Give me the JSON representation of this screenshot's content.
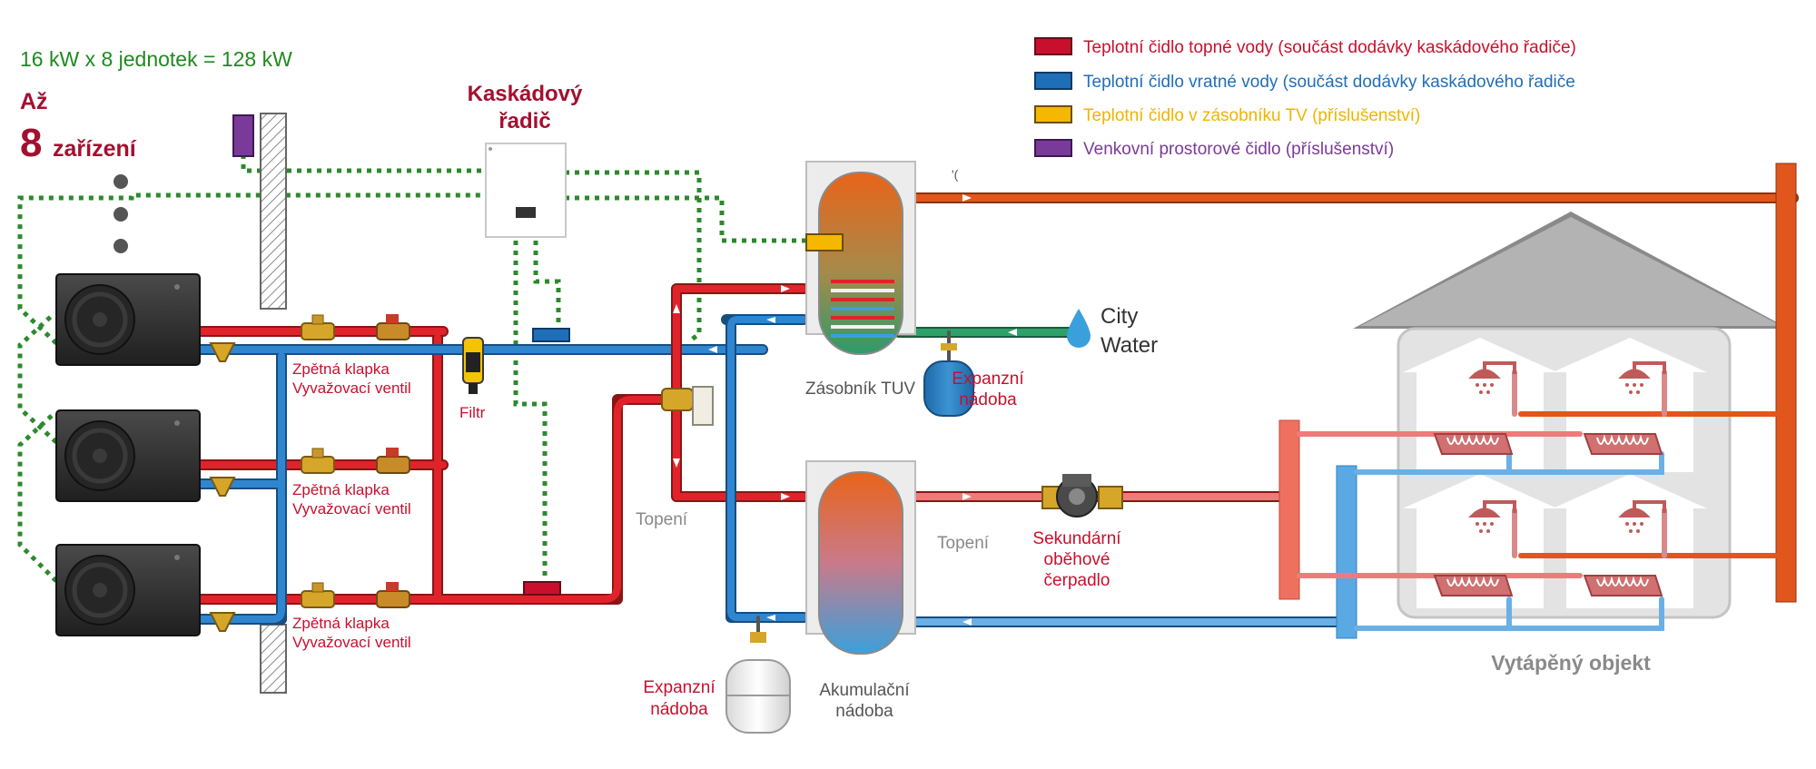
{
  "capacity_text": "16 kW x 8 jednotek = 128 kW",
  "units_text_a": "Až",
  "units_text_num": "8",
  "units_text_b": "zařízení",
  "controller_label_1": "Kaskádový",
  "controller_label_2": "řadič",
  "legend": [
    {
      "color": "#c8102e",
      "text_color": "#c8102e",
      "label": "Teplotní čidlo topné vody (součást dodávky kaskádového řadiče)"
    },
    {
      "color": "#1f6fb8",
      "text_color": "#1f6fb8",
      "label": "Teplotní čidlo vratné vody (součást dodávky kaskádového řadiče"
    },
    {
      "color": "#f5b800",
      "text_color": "#f0b400",
      "label": "Teplotní čidlo v zásobníku TV (příslušenství)"
    },
    {
      "color": "#7a3a9a",
      "text_color": "#7a3a9a",
      "label": "Venkovní prostorové čidlo (příslušenství)"
    }
  ],
  "valve_labels": [
    {
      "line1": "Zpětná klapka",
      "line2": "Vyvažovací ventil"
    },
    {
      "line1": "Zpětná klapka",
      "line2": "Vyvažovací ventil"
    },
    {
      "line1": "Zpětná klapka",
      "line2": "Vyvažovací ventil"
    }
  ],
  "filter_label": "Filtr",
  "dhw_tank_label": "Zásobník TUV",
  "expansion_1_line1": "Expanzní",
  "expansion_1_line2": "nádoba",
  "city_water_1": "City",
  "city_water_2": "Water",
  "heating_label_left": "Topení",
  "heating_label_right": "Topení",
  "pump_line1": "Sekundární",
  "pump_line2": "oběhové",
  "pump_line3": "čerpadlo",
  "expansion_2_line1": "Expanzní",
  "expansion_2_line2": "nádoba",
  "buffer_line1": "Akumulační",
  "buffer_line2": "nádoba",
  "building_label": "Vytápěný objekt",
  "hot_line_mark": "'(",
  "colors": {
    "supply": "#d9232a",
    "return": "#2f7fc4",
    "hot_domestic": "#e2561c",
    "green_dotted": "#2c8a2c",
    "title_red": "#a3102f",
    "label_red": "#c8102e"
  }
}
